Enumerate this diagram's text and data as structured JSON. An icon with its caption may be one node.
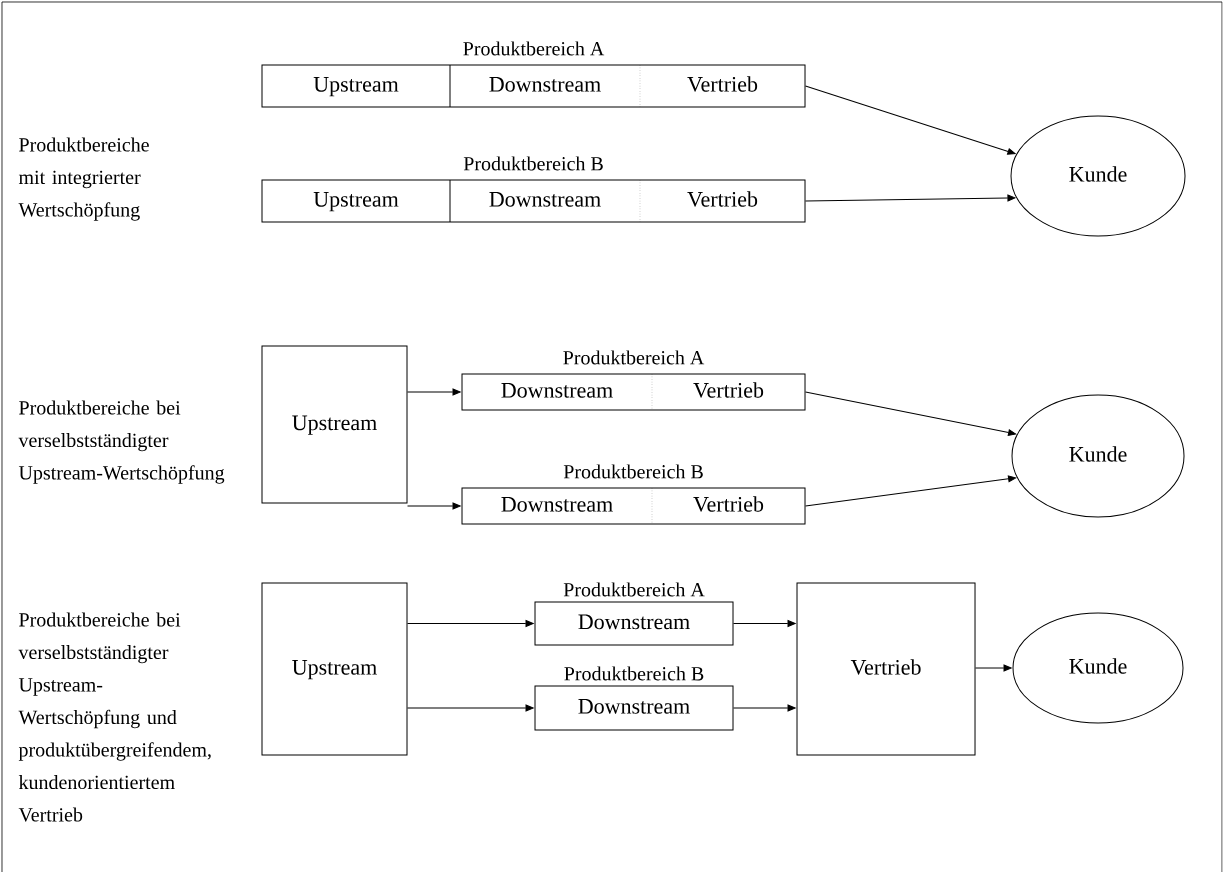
{
  "diagram": {
    "nodes": [
      {
        "text": [
          "Produktbereich A"
        ]
      },
      {
        "text": [
          "Upstream"
        ],
        "in": 0
      },
      {
        "text": [
          "Downstream"
        ],
        "in": 0
      },
      {
        "text": [
          "Vertrieb"
        ],
        "in": 0
      },
      {
        "text": [
          "Produktbereich B"
        ]
      },
      {
        "text": [
          "Upstream"
        ],
        "in": 4
      },
      {
        "text": [
          "Downstream"
        ],
        "in": 4
      },
      {
        "text": [
          "Vertrieb"
        ],
        "in": 4
      },
      {
        "text": [
          "Kunde"
        ]
      },
      {
        "text": [
          "Upstream"
        ]
      },
      {
        "text": [
          "Produktbereich A"
        ]
      },
      {
        "text": [
          "Downstream"
        ],
        "in": 10
      },
      {
        "text": [
          "Vertrieb"
        ],
        "in": 10
      },
      {
        "text": [
          "Produktbereich B"
        ]
      },
      {
        "text": [
          "Downstream"
        ],
        "in": 13
      },
      {
        "text": [
          "Vertrieb"
        ],
        "in": 13
      },
      {
        "text": [
          "Kunde"
        ]
      },
      {
        "text": [
          "Upstream"
        ]
      },
      {
        "text": [
          "Produktbereich A",
          "Downstream"
        ]
      },
      {
        "text": [
          "Produktbereich B",
          "Downstream"
        ]
      },
      {
        "text": [
          "Vertrieb"
        ]
      },
      {
        "text": [
          "Kunde"
        ]
      }
    ],
    "edges": [
      {
        "from": 3,
        "to": 8,
        "arrow": "to"
      },
      {
        "from": 7,
        "to": 8,
        "arrow": "to"
      },
      {
        "from": 9,
        "to": 11,
        "arrow": "to"
      },
      {
        "from": 9,
        "to": 14,
        "arrow": "to"
      },
      {
        "from": 12,
        "to": 16,
        "arrow": "to"
      },
      {
        "from": 15,
        "to": 16,
        "arrow": "to"
      },
      {
        "from": 17,
        "to": 18,
        "arrow": "to"
      },
      {
        "from": 17,
        "to": 19,
        "arrow": "to"
      },
      {
        "from": 18,
        "to": 20,
        "arrow": "to"
      },
      {
        "from": 19,
        "to": 20,
        "arrow": "to"
      },
      {
        "from": 20,
        "to": 21,
        "arrow": "to"
      }
    ],
    "labels": [
      "Produktbereiche mit integrierter Wertschöpfung",
      "Produktbereiche bei verselbstständigter Upstream-Wertschöpfung",
      "Produktbereiche bei verselbstständigter Upstream-Wertschöpfung und produktübergreifendem, kundenorientiertem Vertrieb"
    ]
  }
}
